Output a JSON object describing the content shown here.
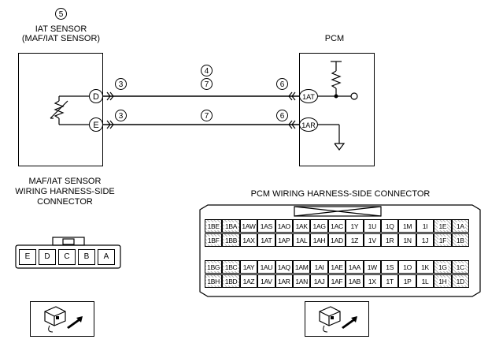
{
  "sensor": {
    "ref_num": "5",
    "title_line1": "IAT SENSOR",
    "title_line2": "(MAF/IAT SENSOR)",
    "terminal_d": "D",
    "terminal_e": "E"
  },
  "pcm": {
    "title": "PCM",
    "terminal_1at": "1AT",
    "terminal_1ar": "1AR"
  },
  "wire_labels": {
    "sensor_side_top": "3",
    "sensor_side_bottom": "3",
    "mid_top_a": "4",
    "mid_top_b": "7",
    "mid_bottom": "7",
    "pcm_side_top": "6",
    "pcm_side_bottom": "6"
  },
  "maf_connector": {
    "caption_line1": "MAF/IAT SENSOR",
    "caption_line2": "WIRING HARNESS-SIDE",
    "caption_line3": "CONNECTOR",
    "pins": [
      "E",
      "D",
      "C",
      "B",
      "A"
    ]
  },
  "pcm_connector": {
    "caption": "PCM WIRING HARNESS-SIDE CONNECTOR",
    "rows": [
      [
        "1BE",
        "1BA",
        "1AW",
        "1AS",
        "1AO",
        "1AK",
        "1AG",
        "1AC",
        "1Y",
        "1U",
        "1Q",
        "1M",
        "1I",
        "1E",
        "1A"
      ],
      [
        "1BF",
        "1BB",
        "1AX",
        "1AT",
        "1AP",
        "1AL",
        "1AH",
        "1AD",
        "1Z",
        "1V",
        "1R",
        "1N",
        "1J",
        "1F",
        "1B"
      ],
      [
        "1BG",
        "1BC",
        "1AY",
        "1AU",
        "1AQ",
        "1AM",
        "1AI",
        "1AE",
        "1AA",
        "1W",
        "1S",
        "1O",
        "1K",
        "1G",
        "1C"
      ],
      [
        "1BH",
        "1BD",
        "1AZ",
        "1AV",
        "1AR",
        "1AN",
        "1AJ",
        "1AF",
        "1AB",
        "1X",
        "1T",
        "1P",
        "1L",
        "1H",
        "1D"
      ]
    ]
  }
}
